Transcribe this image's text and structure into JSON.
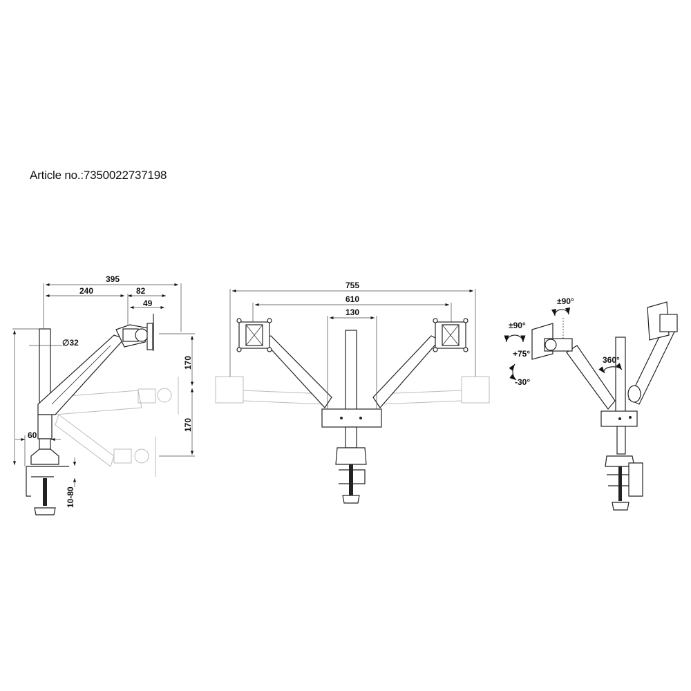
{
  "article_label": "Article no.:7350022737198",
  "side_view": {
    "dims": {
      "total_reach": "395",
      "arm_reach": "240",
      "head_depth": "82",
      "plate_depth": "49",
      "pole_diameter": "∅32",
      "height_up": "170",
      "height_down": "170",
      "base_offset": "60",
      "desk_thickness": "10-80"
    }
  },
  "front_view": {
    "dims": {
      "total_width": "755",
      "monitor_span": "610",
      "bracket_width": "130"
    }
  },
  "perspective_view": {
    "angles": {
      "swivel": "±90°",
      "rotation": "±90°",
      "tilt_up": "+75°",
      "tilt_down": "-30°",
      "pole_rotation": "360°"
    }
  }
}
